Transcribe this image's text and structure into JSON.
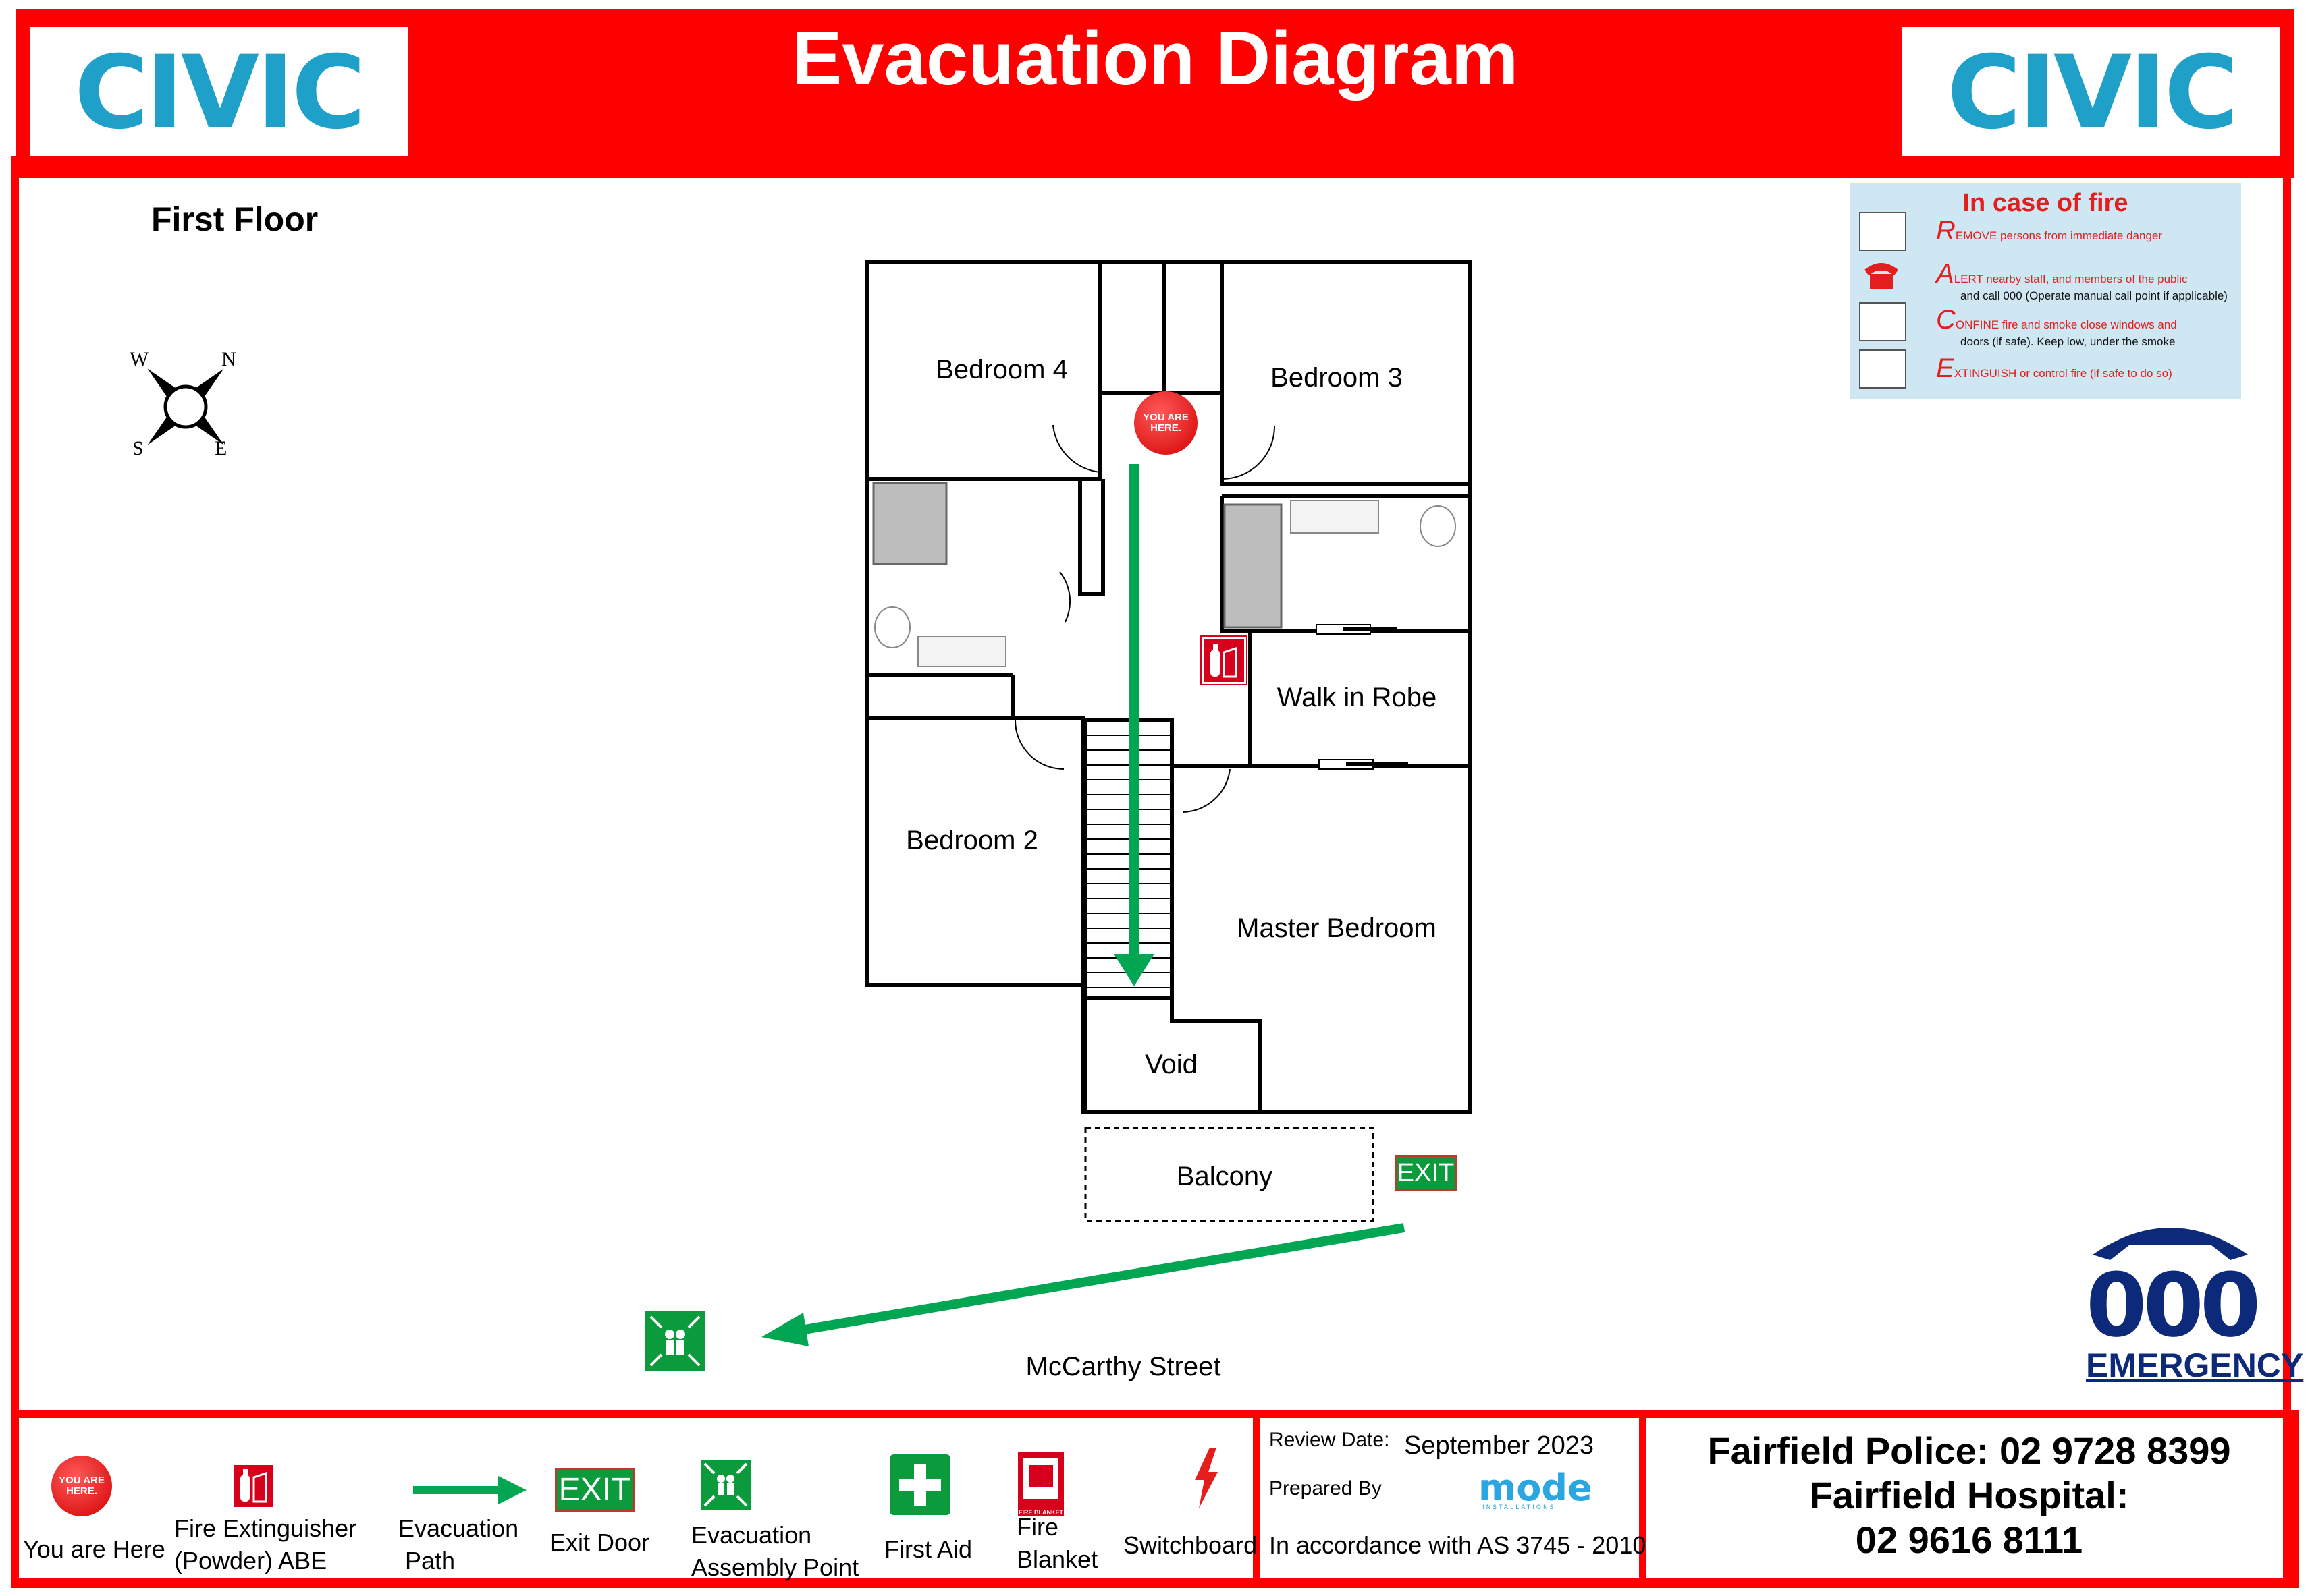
{
  "header": {
    "title": "Evacuation Diagram",
    "logo_left": "CIVIC",
    "logo_right": "CIVIC",
    "bg_color": "#ff0000",
    "logo_color": "#1fa0c8"
  },
  "floor_label": "First Floor",
  "compass": {
    "n": "N",
    "s": "S",
    "e": "E",
    "w": "W"
  },
  "rooms": {
    "bedroom4": "Bedroom 4",
    "bedroom3": "Bedroom 3",
    "bedroom2": "Bedroom 2",
    "walk_in_robe": "Walk in Robe",
    "master_bedroom": "Master Bedroom",
    "void": "Void",
    "balcony": "Balcony",
    "street": "McCarthy Street"
  },
  "you_are_here_badge": "YOU ARE HERE.",
  "exit_sign": "EXIT",
  "race": {
    "title": "In case of fire",
    "items": [
      {
        "letter": "R",
        "text": "EMOVE persons from immediate danger"
      },
      {
        "letter": "A",
        "text": "LERT nearby staff, and members of the public",
        "text2": "and call 000 (Operate manual call point if applicable)"
      },
      {
        "letter": "C",
        "text": "ONFINE fire and smoke close windows and",
        "text2": "doors (if safe). Keep low, under the smoke"
      },
      {
        "letter": "E",
        "text": "XTINGUISH or control fire (if safe to do so)"
      }
    ]
  },
  "emergency": {
    "number": "000",
    "label": "EMERGENCY",
    "color": "#0d2a7a"
  },
  "legend": {
    "you_are_here": "You are Here",
    "extinguisher_line1": "Fire Extinguisher",
    "extinguisher_line2": "(Powder) ABE",
    "evac_path_line1": "Evacuation",
    "evac_path_line2": "Path",
    "exit_door": "Exit Door",
    "assembly_line1": "Evacuation",
    "assembly_line2": "Assembly Point",
    "first_aid": "First Aid",
    "fire_blanket_line1": "Fire",
    "fire_blanket_line2": "Blanket",
    "fire_blanket_badge": "FIRE BLANKET",
    "switchboard": "Switchboard"
  },
  "review": {
    "review_label": "Review Date:",
    "review_value": "September 2023",
    "prepared_label": "Prepared By",
    "prepared_logo": "mode",
    "prepared_logo_sub": "INSTALLATIONS",
    "standard": "In accordance with AS 3745 - 2010"
  },
  "contacts": {
    "police": "Fairfield Police: 02 9728 8399",
    "hospital_label": "Fairfield Hospital:",
    "hospital_number": "02 9616 8111"
  },
  "colors": {
    "path_green": "#00a651",
    "sign_green": "#0b9a3c",
    "red": "#ff0000"
  }
}
